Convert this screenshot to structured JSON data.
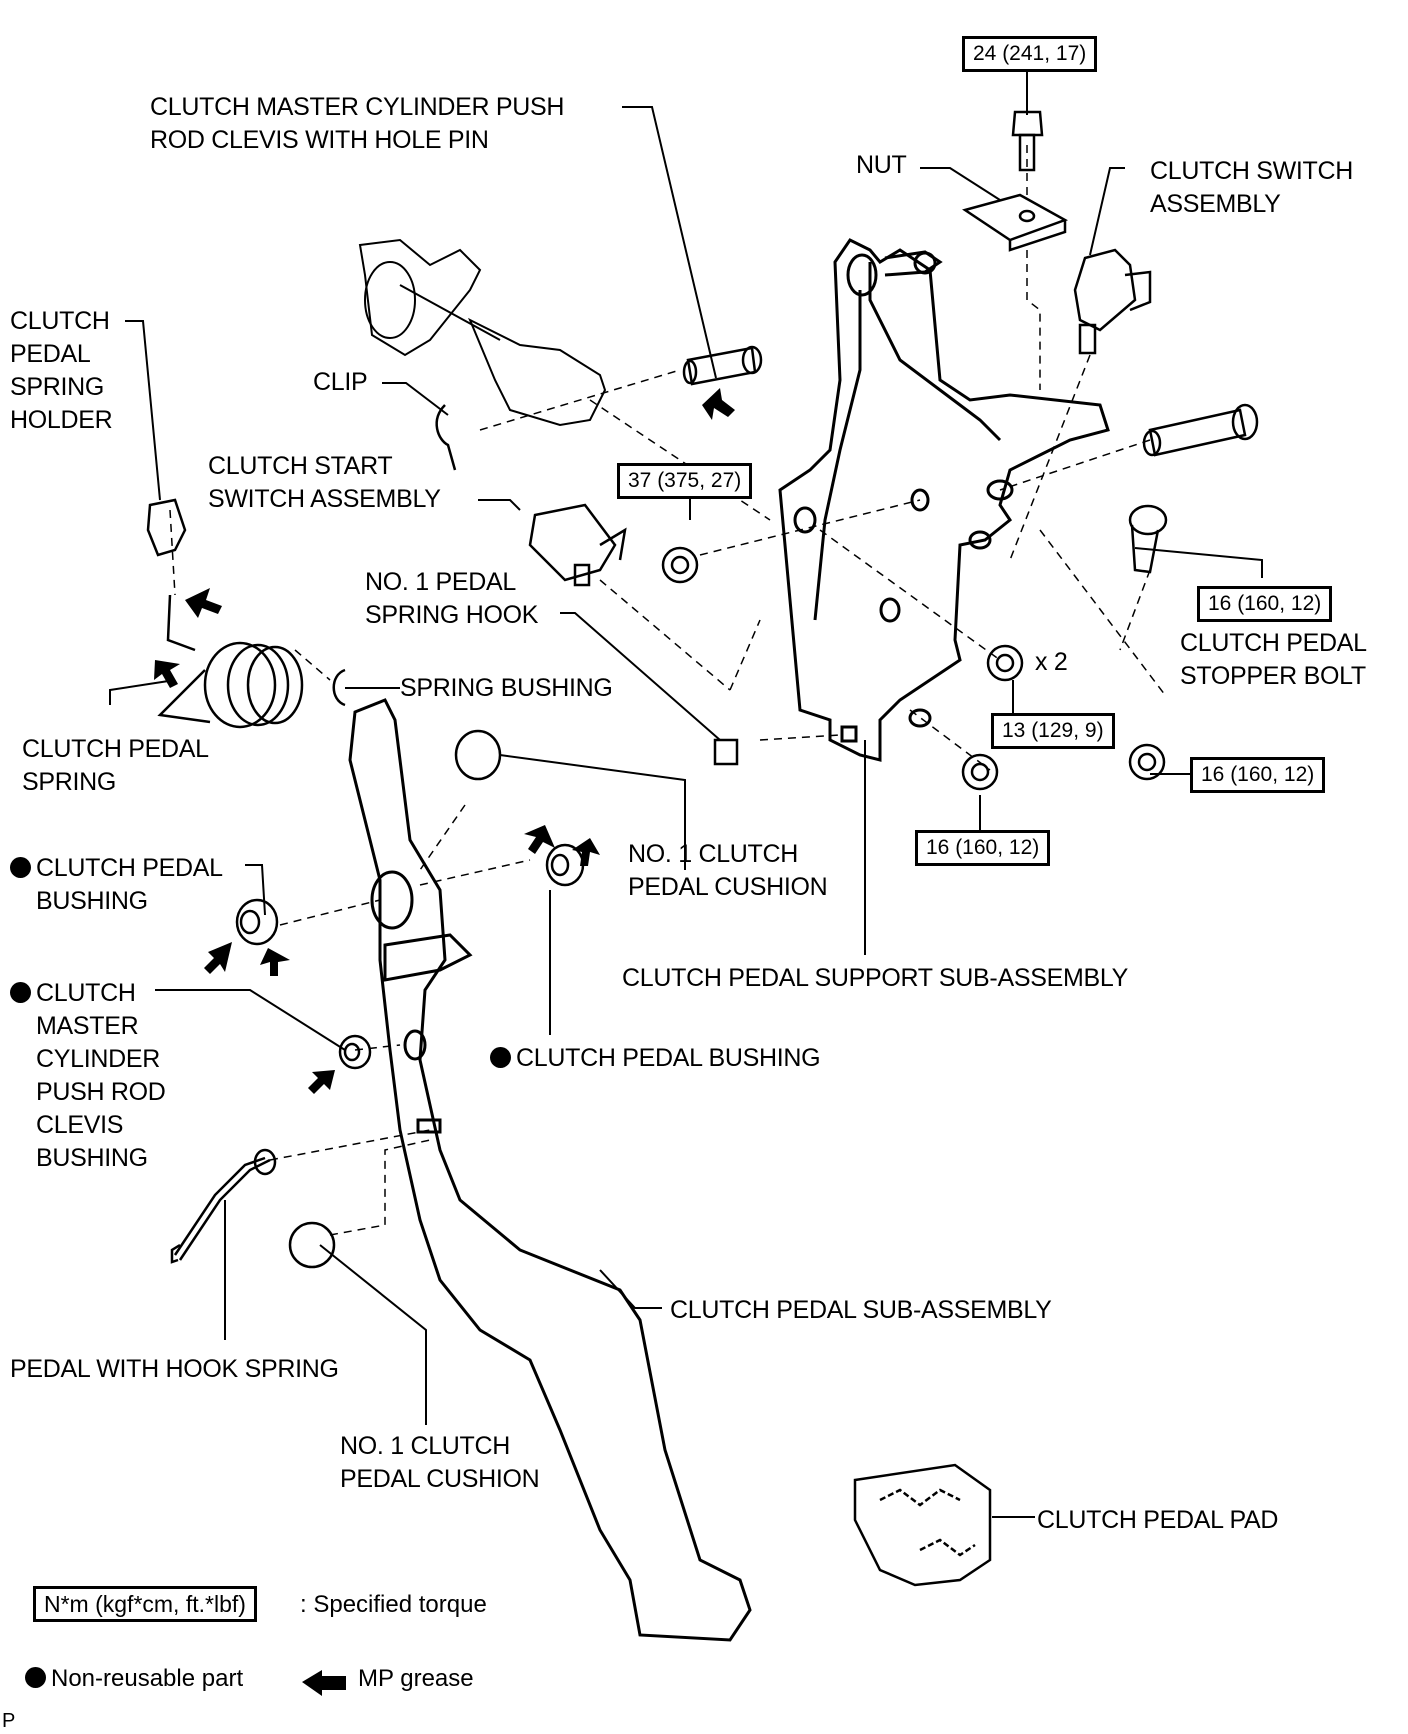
{
  "diagram": {
    "labels": {
      "push_rod_pin": "CLUTCH MASTER CYLINDER PUSH\nROD CLEVIS WITH HOLE PIN",
      "nut": "NUT",
      "clutch_switch": "CLUTCH SWITCH\nASSEMBLY",
      "spring_holder": "CLUTCH\nPEDAL\nSPRING\nHOLDER",
      "clip": "CLIP",
      "start_switch": "CLUTCH START\nSWITCH ASSEMBLY",
      "spring_hook": "NO. 1 PEDAL\nSPRING HOOK",
      "spring_bushing": "SPRING BUSHING",
      "pedal_spring": "CLUTCH PEDAL\nSPRING",
      "stopper_bolt": "CLUTCH PEDAL\nSTOPPER BOLT",
      "x2": "x 2",
      "pedal_bushing_left": "CLUTCH PEDAL\nBUSHING",
      "cushion_upper": "NO. 1 CLUTCH\nPEDAL CUSHION",
      "support_sub": "CLUTCH PEDAL SUPPORT SUB-ASSEMBLY",
      "clevis_bushing": "CLUTCH\nMASTER\nCYLINDER\nPUSH ROD\nCLEVIS\nBUSHING",
      "pedal_bushing_right": "CLUTCH PEDAL BUSHING",
      "pedal_sub": "CLUTCH PEDAL SUB-ASSEMBLY",
      "hook_spring": "PEDAL WITH HOOK SPRING",
      "cushion_lower": "NO. 1 CLUTCH\nPEDAL CUSHION",
      "pedal_pad": "CLUTCH PEDAL PAD"
    },
    "torques": {
      "top_bolt": "24 (241, 17)",
      "nut_37": "37 (375, 27)",
      "stopper": "16 (160, 12)",
      "nut_x2": "13 (129, 9)",
      "nut_right": "16 (160, 12)",
      "nut_bottom": "16 (160, 12)"
    },
    "legend": {
      "torque_unit": "N*m (kgf*cm, ft.*lbf)",
      "torque_desc": ": Specified torque",
      "non_reusable": "Non-reusable part",
      "grease": "MP grease"
    },
    "corner_mark": "P"
  }
}
